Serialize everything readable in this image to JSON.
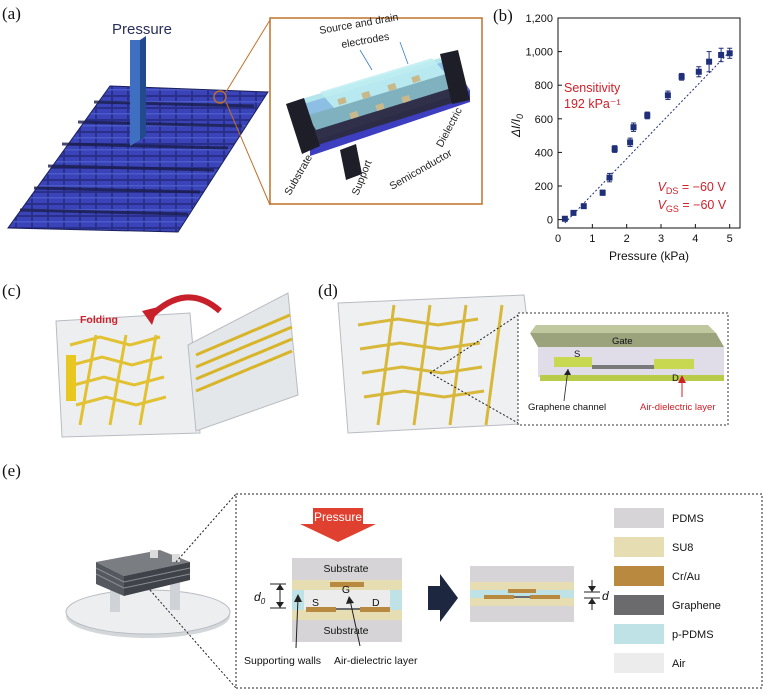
{
  "panels": {
    "a": {
      "label": "(a)",
      "pressure": "Pressure",
      "inset": {
        "source_drain_1": "Source and drain",
        "source_drain_2": "electrodes",
        "dielectric": "Dielectric",
        "semiconductor": "Semiconductor",
        "support": "Support",
        "substrate": "Substrate"
      }
    },
    "b": {
      "label": "(b)"
    },
    "c": {
      "label": "(c)",
      "folding": "Folding"
    },
    "d": {
      "label": "(d)",
      "gate": "Gate",
      "s": "S",
      "dd": "D",
      "graphene_channel": "Graphene channel",
      "air_dielectric": "Air-dielectric layer"
    },
    "e": {
      "label": "(e)",
      "pressure": "Pressure",
      "substrate_top": "Substrate",
      "g": "G",
      "s": "S",
      "dd": "D",
      "substrate_bottom": "Substrate",
      "d0": "d",
      "d0_sub": "0",
      "d": "d",
      "supporting_walls": "Supporting walls",
      "air_dielectric": "Air-dielectric layer",
      "legend": [
        {
          "label": "PDMS",
          "color": "#d6d4d6"
        },
        {
          "label": "SU8",
          "color": "#e6ddb2"
        },
        {
          "label": "Cr/Au",
          "color": "#b8893e"
        },
        {
          "label": "Graphene",
          "color": "#6b6b6e"
        },
        {
          "label": "p-PDMS",
          "color": "#bfe2e6"
        },
        {
          "label": "Air",
          "color": "#ececec"
        }
      ]
    }
  },
  "chart_data": {
    "type": "scatter",
    "title": "",
    "xlabel": "Pressure (kPa)",
    "ylabel_main": "ΔI/I",
    "ylabel_sub": "0",
    "xlim": [
      0,
      5.3
    ],
    "ylim": [
      -50,
      1200
    ],
    "x_ticks": [
      "0",
      "1",
      "2",
      "3",
      "4",
      "5"
    ],
    "y_ticks": [
      "0",
      "200",
      "400",
      "600",
      "800",
      "1,000",
      "1,200"
    ],
    "marker_color": "#1f2f7a",
    "annotations": {
      "sensitivity_1": "Sensitivity",
      "sensitivity_2": "192 kPa⁻¹",
      "vds_v": "V",
      "vds_sub": "DS",
      "vds_val": " = −60 V",
      "vgs_v": "V",
      "vgs_sub": "GS",
      "vgs_val": " = −60 V",
      "color": "#d0202a"
    },
    "series": [
      {
        "x": [
          0.2,
          0.45,
          0.75,
          1.3,
          1.5,
          1.65,
          2.1,
          2.2,
          2.6,
          3.2,
          3.6,
          4.1,
          4.4,
          4.75,
          5.0
        ],
        "y": [
          5,
          40,
          80,
          160,
          250,
          420,
          460,
          550,
          620,
          740,
          850,
          880,
          940,
          980,
          990
        ],
        "err": [
          10,
          10,
          10,
          15,
          25,
          20,
          25,
          25,
          20,
          25,
          20,
          30,
          60,
          40,
          30
        ]
      }
    ],
    "fit": {
      "x": [
        0.2,
        5.0
      ],
      "y": [
        -20,
        1000
      ]
    }
  }
}
